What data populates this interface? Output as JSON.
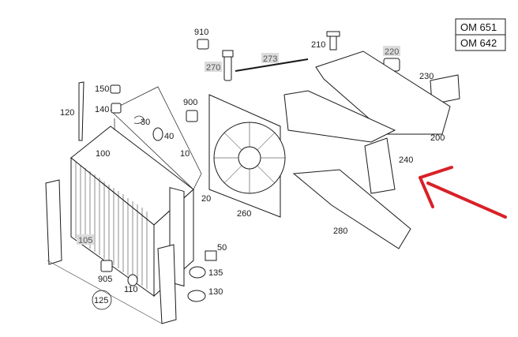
{
  "engine_codes": [
    "OM 651",
    "OM 642"
  ],
  "callouts": [
    {
      "id": "910",
      "highlighted": false
    },
    {
      "id": "270",
      "highlighted": true
    },
    {
      "id": "273",
      "highlighted": true
    },
    {
      "id": "210",
      "highlighted": false
    },
    {
      "id": "220",
      "highlighted": true
    },
    {
      "id": "230",
      "highlighted": false
    },
    {
      "id": "150",
      "highlighted": false
    },
    {
      "id": "140",
      "highlighted": false
    },
    {
      "id": "120",
      "highlighted": false
    },
    {
      "id": "30",
      "highlighted": false
    },
    {
      "id": "40",
      "highlighted": false
    },
    {
      "id": "900",
      "highlighted": false
    },
    {
      "id": "100",
      "highlighted": false
    },
    {
      "id": "10",
      "highlighted": false
    },
    {
      "id": "200",
      "highlighted": false
    },
    {
      "id": "240",
      "highlighted": false
    },
    {
      "id": "20",
      "highlighted": false
    },
    {
      "id": "260",
      "highlighted": false
    },
    {
      "id": "105",
      "highlighted": true
    },
    {
      "id": "280",
      "highlighted": false
    },
    {
      "id": "50",
      "highlighted": false
    },
    {
      "id": "905",
      "highlighted": false
    },
    {
      "id": "135",
      "highlighted": false
    },
    {
      "id": "110",
      "highlighted": false
    },
    {
      "id": "130",
      "highlighted": false
    },
    {
      "id": "125",
      "highlighted": false
    }
  ],
  "arrow_color": "#d92027",
  "highlight_color": "#dcdcdc"
}
